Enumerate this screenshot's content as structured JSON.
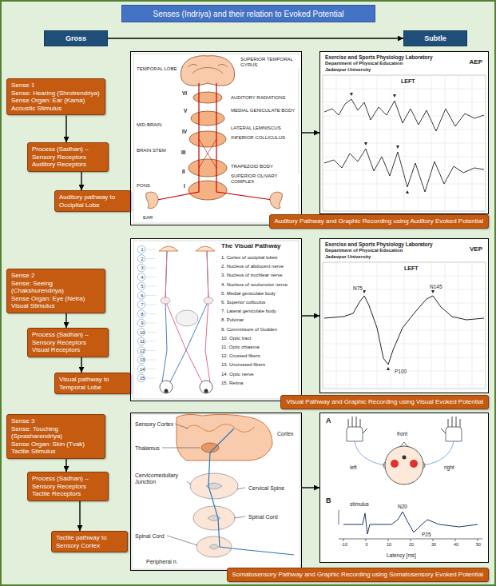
{
  "diagram": {
    "title": "Senses (Indriya) and their relation to Evoked Potential",
    "nodes": [
      {
        "text": [
          "Gross"
        ]
      },
      {
        "text": [
          "Subtle"
        ]
      },
      {
        "text": [
          "Sense 1",
          "Sense: Hearing (Shrotrendriya)",
          "Sense Organ: Ear (Kama)",
          "Acoustic Stimulus"
        ]
      },
      {
        "text": [
          "Process (Sadhan) –",
          "Sensory Receptors",
          "Auditory Receptors"
        ]
      },
      {
        "text": [
          "Auditory pathway to Occipital Lobe"
        ]
      },
      {
        "text": [
          "TEMPORAL LOBE",
          "SUPERIOR TEMPORAL GYRUS",
          "AUDITORY RADIATIONS",
          "MEDIAL GENICULATE BODY",
          "LATERAL LEMNISCUS",
          "INFERIOR COLLICULUS",
          "MID-BRAIN",
          "BRAIN STEM",
          "TRAPEZOID BODY",
          "SUPERIOR OLIVARY COMPLEX",
          "PONS",
          "EAR",
          "VI",
          "V",
          "IV",
          "III",
          "II",
          "I"
        ]
      },
      {
        "text": [
          "Exercise and Sports Physiology Laboratory",
          "Department of Physical Education",
          "Jadavpur University",
          "AEP",
          "LEFT"
        ]
      },
      {
        "text": [
          "Auditory Pathway and Graphic Recording using Auditory Evoked Potential"
        ]
      },
      {
        "text": [
          "Sense 2",
          "Sense: Seeing (Chakshurendriya)",
          "Sense Organ: Eye (Netra)",
          "Visual Stimulus"
        ]
      },
      {
        "text": [
          "Process (Sadhan) –",
          "Sensory Receptors",
          "Visual Receptors"
        ]
      },
      {
        "text": [
          "Visual pathway to Temporal Lobe"
        ]
      },
      {
        "text": [
          "The Visual Pathway",
          "1. Cortex of occipital lobes",
          "2. Nucleus of abducent nerve",
          "3. Nucleus of trochlear nerve",
          "4. Nucleus of oculomotor nerve",
          "5. Medial geniculate body",
          "6. Superior colliculus",
          "7. Lateral geniculate body",
          "8. Pulvinar",
          "9. Commissure of Gudden",
          "10. Optic tract",
          "11. Optic chiasma",
          "12. Crossed fibers",
          "13. Uncrossed fibers",
          "14. Optic nerve",
          "15. Retina",
          "1",
          "2",
          "3",
          "4",
          "5",
          "6",
          "7",
          "8",
          "9",
          "10",
          "11",
          "12",
          "13",
          "14",
          "15"
        ]
      },
      {
        "text": [
          "Exercise and Sports Physiology Laboratory",
          "Department of Physical Education",
          "Jadavpur University",
          "VEP",
          "LEFT",
          "N75",
          "N145",
          "P100"
        ]
      },
      {
        "text": [
          "Visual Pathway and Graphic Recording using Visual Evoked Potential"
        ]
      },
      {
        "text": [
          "Sense 3",
          "Sense: Touching (Sprasharendriya)",
          "Sense Organ: Skin (Tvak)",
          "Tactile Stimulus"
        ]
      },
      {
        "text": [
          "Process (Sadhan) –",
          "Sensory Receptors",
          "Tactile Receptors"
        ]
      },
      {
        "text": [
          "Tactile pathway to Sensory Cortex"
        ]
      },
      {
        "text": [
          "Sensory Cortex",
          "Cortex",
          "Thalamus",
          "Cervicomedullary Junction",
          "Cervical Spine",
          "Spinal Cord",
          "Spinal Cord",
          "Peripheral n."
        ]
      },
      {
        "text": [
          "A",
          "front",
          "left",
          "right",
          "B",
          "stimulus",
          "N20",
          "P25",
          "Latency [ms]",
          "-10",
          "0",
          "10",
          "20",
          "30",
          "40",
          "50"
        ]
      },
      {
        "text": [
          "Somatosensory Pathway and Graphic Recording using Somatosensory Evoked Potential"
        ]
      }
    ],
    "edges": [
      {
        "from": 0,
        "to": 1,
        "arrow": "to"
      },
      {
        "from": 2,
        "to": 3,
        "arrow": "to"
      },
      {
        "from": 3,
        "to": 4,
        "arrow": "to"
      },
      {
        "from": 5,
        "to": 6,
        "arrow": "to"
      },
      {
        "from": 8,
        "to": 9,
        "arrow": "to"
      },
      {
        "from": 9,
        "to": 10,
        "arrow": "to"
      },
      {
        "from": 11,
        "to": 12,
        "arrow": "to"
      },
      {
        "from": 14,
        "to": 15,
        "arrow": "to"
      },
      {
        "from": 15,
        "to": 16,
        "arrow": "to"
      },
      {
        "from": 17,
        "to": 18,
        "arrow": "to"
      }
    ]
  }
}
